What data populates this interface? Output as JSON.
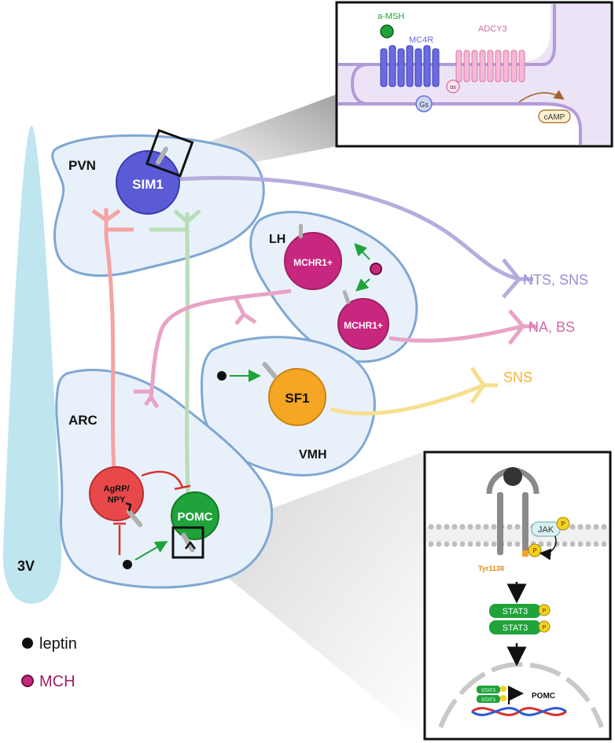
{
  "regions": {
    "pvn": "PVN",
    "lh": "LH",
    "arc": "ARC",
    "vmh": "VMH",
    "third_ventricle": "3V"
  },
  "neurons": {
    "sim1": "SIM1",
    "mchr1_a": "MCHR1+",
    "mchr1_b": "MCHR1+",
    "sf1": "SF1",
    "agrp_line1": "AgRP/",
    "agrp_line2": "NPY",
    "pomc": "POMC"
  },
  "projections": {
    "nts_sns": "NTS, SNS",
    "na_bs": "NA, BS",
    "sns": "SNS"
  },
  "inset_top": {
    "ligand": "a-MSH",
    "receptor": "MC4R",
    "enzyme": "ADCY3",
    "g_protein": "Gs",
    "alpha_s": "αs",
    "product": "cAMP"
  },
  "inset_bottom": {
    "kinase": "JAK",
    "phospho": "P",
    "residue": "Tyr1138",
    "tf": "STAT3",
    "dna_stat": "STAT3",
    "gene": "POMC"
  },
  "legend": {
    "leptin": "leptin",
    "mch": "MCH"
  },
  "colors": {
    "sim1": "#5b5bd6",
    "mchr1": "#c8277f",
    "sf1": "#f5a623",
    "agrp": "#e8484a",
    "pomc": "#1fa33a",
    "region_fill": "#e8f1fa",
    "region_stroke": "#7fa7d3",
    "ventricle": "#bfe6ef"
  }
}
